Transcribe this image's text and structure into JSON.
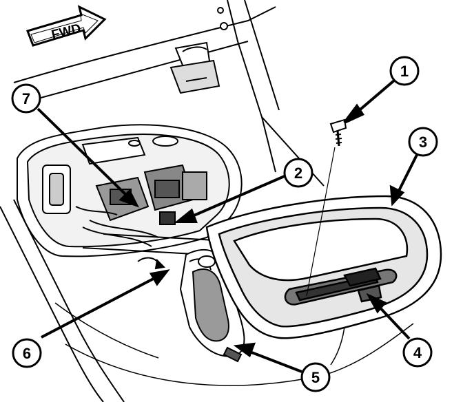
{
  "diagram": {
    "direction_label": "FWD",
    "callouts": [
      {
        "id": "c1",
        "label": "1"
      },
      {
        "id": "c2",
        "label": "2"
      },
      {
        "id": "c3",
        "label": "3"
      },
      {
        "id": "c4",
        "label": "4"
      },
      {
        "id": "c5",
        "label": "5"
      },
      {
        "id": "c6",
        "label": "6"
      },
      {
        "id": "c7",
        "label": "7"
      }
    ],
    "colors": {
      "line": "#000000",
      "background": "#ffffff",
      "shade": "#8a8a8a"
    }
  }
}
